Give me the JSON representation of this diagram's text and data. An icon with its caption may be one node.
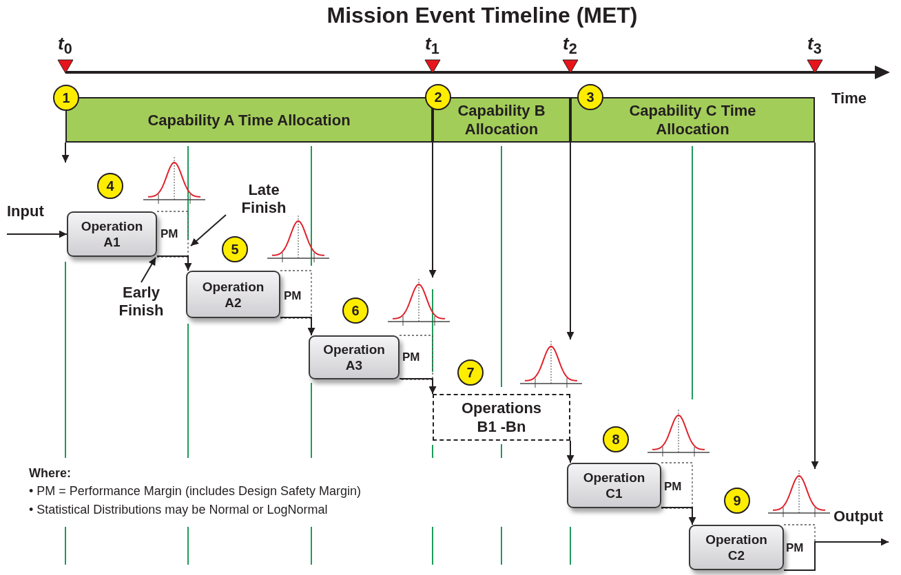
{
  "diagram": {
    "title": "Mission Event Timeline (MET)",
    "nodes": [
      {
        "text": [
          "Capability A Time Allocation"
        ]
      },
      {
        "text": [
          "Capability B Allocation"
        ]
      },
      {
        "text": [
          "Capability C Time Allocation"
        ]
      },
      {
        "text": [
          "1"
        ]
      },
      {
        "text": [
          "2"
        ]
      },
      {
        "text": [
          "3"
        ]
      },
      {
        "text": [
          "4"
        ]
      },
      {
        "text": [
          "Operation A1"
        ],
        "beside": [
          "PM"
        ]
      },
      {
        "text": [
          "Late Finish"
        ]
      },
      {
        "text": [
          "Early Finish"
        ]
      },
      {
        "text": [
          "5"
        ]
      },
      {
        "text": [
          "Operation A2"
        ],
        "beside": [
          "PM"
        ]
      },
      {
        "text": [
          "6"
        ]
      },
      {
        "text": [
          "Operation A3"
        ],
        "beside": [
          "PM"
        ]
      },
      {
        "text": [
          "7"
        ]
      },
      {
        "text": [
          "Operations B1 -Bn"
        ]
      },
      {
        "text": [
          "8"
        ]
      },
      {
        "text": [
          "Operation C1"
        ],
        "beside": [
          "PM"
        ]
      },
      {
        "text": [
          "9"
        ]
      },
      {
        "text": [
          "Operation C2"
        ],
        "beside": [
          "PM"
        ]
      },
      {
        "text": [],
        "shape": "picture"
      },
      {
        "text": [],
        "shape": "picture"
      },
      {
        "text": [],
        "shape": "picture"
      },
      {
        "text": [],
        "shape": "picture"
      },
      {
        "text": [],
        "shape": "picture"
      },
      {
        "text": [],
        "shape": "picture"
      }
    ],
    "edges": [
      {
        "from": null,
        "to": 7,
        "arrow": "to"
      },
      {
        "from": 0,
        "to": null,
        "arrow": "to"
      },
      {
        "from": 7,
        "to": 11,
        "arrow": "to"
      },
      {
        "from": 1,
        "to": 22,
        "arrow": "to"
      },
      {
        "from": 11,
        "to": 13,
        "arrow": "to"
      },
      {
        "from": 13,
        "to": 15,
        "arrow": "to"
      },
      {
        "from": 2,
        "to": 23,
        "arrow": "to"
      },
      {
        "from": 15,
        "to": 17,
        "arrow": "to"
      },
      {
        "from": 2,
        "to": 25,
        "arrow": "to"
      },
      {
        "from": 17,
        "to": 19,
        "arrow": "to"
      },
      {
        "from": 19,
        "to": null,
        "arrow": "to"
      },
      {
        "from": 8,
        "to": 7,
        "arrow": "to"
      },
      {
        "from": 9,
        "to": 7,
        "arrow": "to"
      }
    ],
    "labels": [
      "*t*$_{0}$",
      "*t*$_{1}$",
      "*t*$_{2}$",
      "*t*$_{3}$",
      "Time",
      "Input",
      "Output",
      "Where:",
      "• PM = Performance Margin (includes Design Safety Margin)",
      "• Statistical Distributions may be Normal or LogNormal"
    ]
  }
}
